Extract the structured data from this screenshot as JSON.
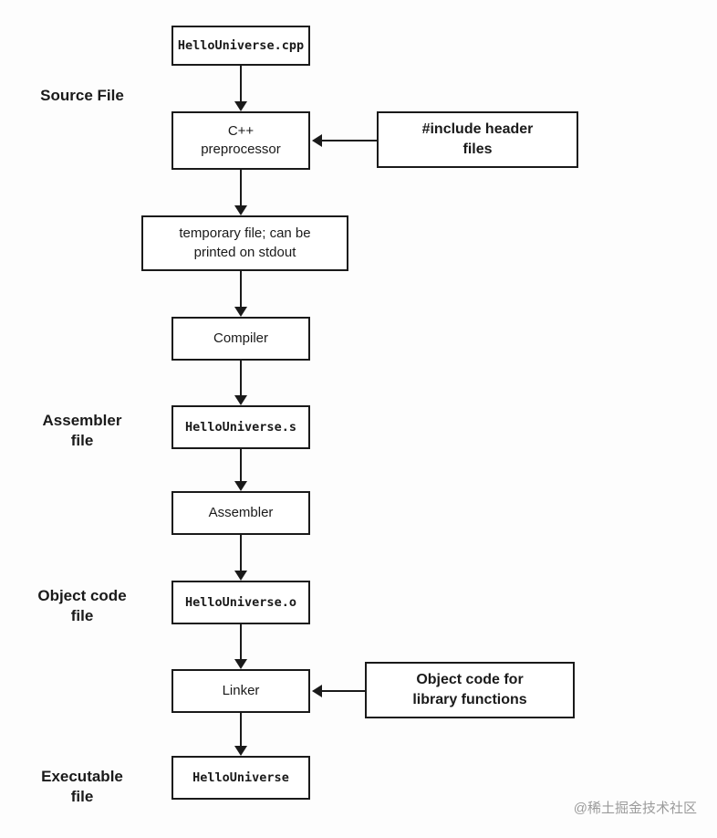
{
  "diagram_title": "C++ compilation pipeline flowchart",
  "colors": {
    "border": "#1a1a1a",
    "text": "#1a1a1a",
    "background": "#ffffff",
    "watermark": "#9b9b9b"
  },
  "nodes": {
    "source_file": "HelloUniverse.cpp",
    "preprocessor": "C++\npreprocessor",
    "temp_file": "temporary file; can be\nprinted on stdout",
    "compiler": "Compiler",
    "assembler_file": "HelloUniverse.s",
    "assembler": "Assembler",
    "object_file": "HelloUniverse.o",
    "linker": "Linker",
    "executable": "HelloUniverse"
  },
  "side_labels": {
    "source": "Source File",
    "assembler": "Assembler\nfile",
    "object": "Object code\nfile",
    "executable": "Executable\nfile"
  },
  "annotations": {
    "include_headers": "#include header\nfiles",
    "object_library": "Object code for\nlibrary functions"
  },
  "watermark": "@稀土掘金技术社区"
}
